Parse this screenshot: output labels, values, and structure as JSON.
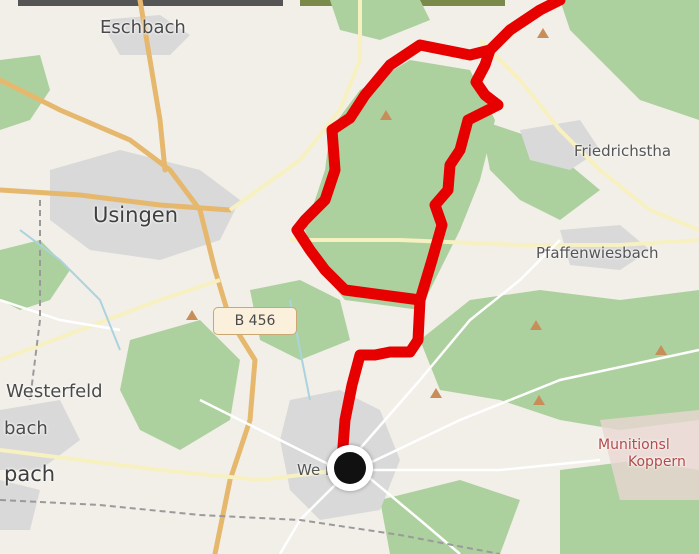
{
  "map": {
    "places": {
      "eschbach": "Eschbach",
      "usingen": "Usingen",
      "friedrichsthal": "Friedrichstha",
      "pfaffenwiesbach": "Pfaffenwiesbach",
      "westerfeld": "Westerfeld",
      "bach": "bach",
      "pach": "pach",
      "wehrheim": "We        m",
      "munitions_line1": "Munitionsl",
      "munitions_line2": "Koppern"
    },
    "road_shield": "B 456",
    "colors": {
      "route": "#e60000",
      "forest": "#add19e",
      "urban": "#d4d4d4",
      "background": "#f2efe9",
      "major_road": "#e6b86e"
    },
    "icons": {
      "location_marker": "location-pin-icon",
      "peak": "peak-triangle-icon"
    }
  }
}
